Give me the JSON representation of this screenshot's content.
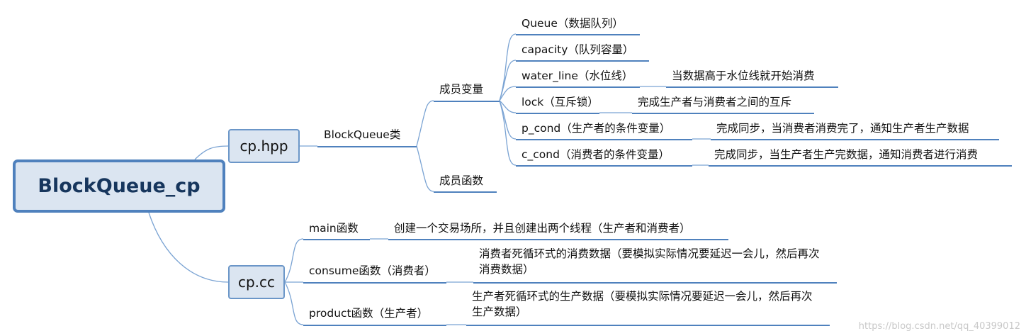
{
  "root": "BlockQueue_cp",
  "hpp": {
    "label": "cp.hpp",
    "class_label": "BlockQueue类",
    "members_label": "成员变量",
    "functions_label": "成员函数",
    "members": [
      {
        "label": "Queue（数据队列）"
      },
      {
        "label": "capacity（队列容量）"
      },
      {
        "label": "water_line（水位线）",
        "note": "当数据高于水位线就开始消费"
      },
      {
        "label": "lock（互斥锁）",
        "note": "完成生产者与消费者之间的互斥"
      },
      {
        "label": "p_cond（生产者的条件变量）",
        "note": "完成同步，当消费者消费完了，通知生产者生产数据"
      },
      {
        "label": "c_cond（消费者的条件变量）",
        "note": "完成同步，当生产者生产完数据，通知消费者进行消费"
      }
    ]
  },
  "cc": {
    "label": "cp.cc",
    "items": [
      {
        "label": "main函数",
        "note": "创建一个交易场所，并且创建出两个线程（生产者和消费者）"
      },
      {
        "label": "consume函数（消费者）",
        "note": "消费者死循环式的消费数据（要模拟实际情况要延迟一会儿，然后再次消费数据）"
      },
      {
        "label": "product函数（生产者）",
        "note": "生产者死循环式的生产数据（要模拟实际情况要延迟一会儿，然后再次生产数据）"
      }
    ]
  },
  "watermark": "https://blog.csdn.net/qq_40399012",
  "colors": {
    "line": "#4f81bd",
    "node_fill": "#dbe5f1",
    "root_text": "#17365d",
    "connector": "#7aa3d3"
  }
}
